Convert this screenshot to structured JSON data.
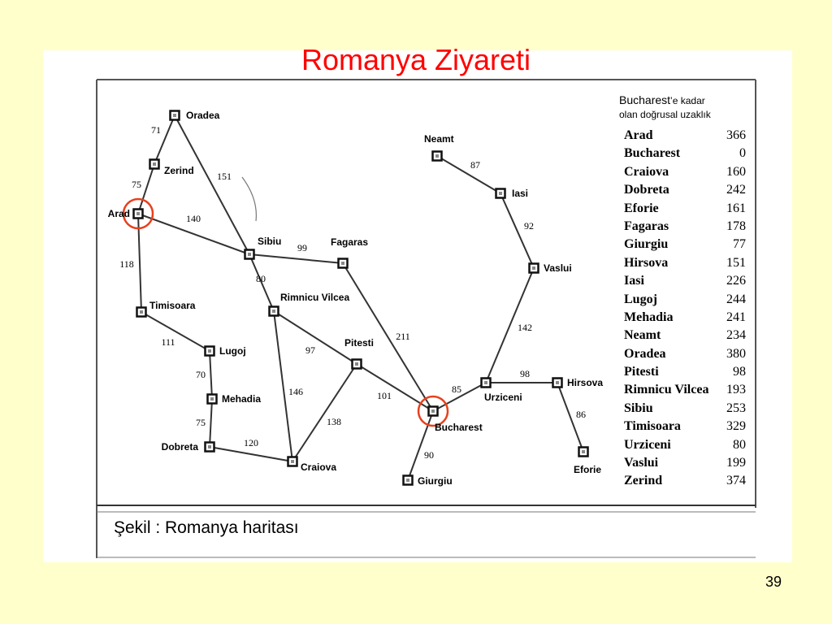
{
  "title": "Romanya Ziyareti",
  "slide_number": "39",
  "caption": "Şekil : Romanya haritası",
  "heuristic": {
    "title_main": "Bucharest",
    "title_suffix": "’e kadar",
    "title_line2": "olan doğrusal uzaklık",
    "rows": [
      {
        "city": "Arad",
        "value": "366"
      },
      {
        "city": "Bucharest",
        "value": "0"
      },
      {
        "city": "Craiova",
        "value": "160"
      },
      {
        "city": "Dobreta",
        "value": "242"
      },
      {
        "city": "Eforie",
        "value": "161"
      },
      {
        "city": "Fagaras",
        "value": "178"
      },
      {
        "city": "Giurgiu",
        "value": "77"
      },
      {
        "city": "Hirsova",
        "value": "151"
      },
      {
        "city": "Iasi",
        "value": "226"
      },
      {
        "city": "Lugoj",
        "value": "244"
      },
      {
        "city": "Mehadia",
        "value": "241"
      },
      {
        "city": "Neamt",
        "value": "234"
      },
      {
        "city": "Oradea",
        "value": "380"
      },
      {
        "city": "Pitesti",
        "value": "98"
      },
      {
        "city": "Rimnicu Vilcea",
        "value": "193"
      },
      {
        "city": "Sibiu",
        "value": "253"
      },
      {
        "city": "Timisoara",
        "value": "329"
      },
      {
        "city": "Urziceni",
        "value": "80"
      },
      {
        "city": "Vaslui",
        "value": "199"
      },
      {
        "city": "Zerind",
        "value": "374"
      }
    ]
  },
  "map": {
    "cities": [
      {
        "id": "oradea",
        "label": "Oradea"
      },
      {
        "id": "zerind",
        "label": "Zerind"
      },
      {
        "id": "arad",
        "label": "Arad",
        "highlight": true
      },
      {
        "id": "timisoara",
        "label": "Timisoara"
      },
      {
        "id": "lugoj",
        "label": "Lugoj"
      },
      {
        "id": "mehadia",
        "label": "Mehadia"
      },
      {
        "id": "dobreta",
        "label": "Dobreta"
      },
      {
        "id": "craiova",
        "label": "Craiova"
      },
      {
        "id": "sibiu",
        "label": "Sibiu"
      },
      {
        "id": "rimnicu",
        "label": "Rimnicu Vilcea"
      },
      {
        "id": "fagaras",
        "label": "Fagaras"
      },
      {
        "id": "pitesti",
        "label": "Pitesti"
      },
      {
        "id": "bucharest",
        "label": "Bucharest",
        "highlight": true
      },
      {
        "id": "giurgiu",
        "label": "Giurgiu"
      },
      {
        "id": "urziceni",
        "label": "Urziceni"
      },
      {
        "id": "hirsova",
        "label": "Hirsova"
      },
      {
        "id": "eforie",
        "label": "Eforie"
      },
      {
        "id": "vaslui",
        "label": "Vaslui"
      },
      {
        "id": "iasi",
        "label": "Iasi"
      },
      {
        "id": "neamt",
        "label": "Neamt"
      }
    ],
    "roads": [
      {
        "from": "oradea",
        "to": "zerind",
        "distance": "71"
      },
      {
        "from": "zerind",
        "to": "arad",
        "distance": "75"
      },
      {
        "from": "oradea",
        "to": "sibiu",
        "distance": "151"
      },
      {
        "from": "arad",
        "to": "sibiu",
        "distance": "140"
      },
      {
        "from": "arad",
        "to": "timisoara",
        "distance": "118"
      },
      {
        "from": "timisoara",
        "to": "lugoj",
        "distance": "111"
      },
      {
        "from": "lugoj",
        "to": "mehadia",
        "distance": "70"
      },
      {
        "from": "mehadia",
        "to": "dobreta",
        "distance": "75"
      },
      {
        "from": "dobreta",
        "to": "craiova",
        "distance": "120"
      },
      {
        "from": "sibiu",
        "to": "fagaras",
        "distance": "99"
      },
      {
        "from": "sibiu",
        "to": "rimnicu",
        "distance": "80"
      },
      {
        "from": "rimnicu",
        "to": "pitesti",
        "distance": "97"
      },
      {
        "from": "rimnicu",
        "to": "craiova",
        "distance": "146"
      },
      {
        "from": "craiova",
        "to": "pitesti",
        "distance": "138"
      },
      {
        "from": "fagaras",
        "to": "bucharest",
        "distance": "211"
      },
      {
        "from": "pitesti",
        "to": "bucharest",
        "distance": "101"
      },
      {
        "from": "bucharest",
        "to": "giurgiu",
        "distance": "90"
      },
      {
        "from": "bucharest",
        "to": "urziceni",
        "distance": "85"
      },
      {
        "from": "urziceni",
        "to": "hirsova",
        "distance": "98"
      },
      {
        "from": "hirsova",
        "to": "eforie",
        "distance": "86"
      },
      {
        "from": "urziceni",
        "to": "vaslui",
        "distance": "142"
      },
      {
        "from": "vaslui",
        "to": "iasi",
        "distance": "92"
      },
      {
        "from": "iasi",
        "to": "neamt",
        "distance": "87"
      }
    ]
  },
  "colors": {
    "background": "#ffffcc",
    "title": "#ff0000",
    "highlight_ring": "#e8401c",
    "line": "#333333"
  }
}
